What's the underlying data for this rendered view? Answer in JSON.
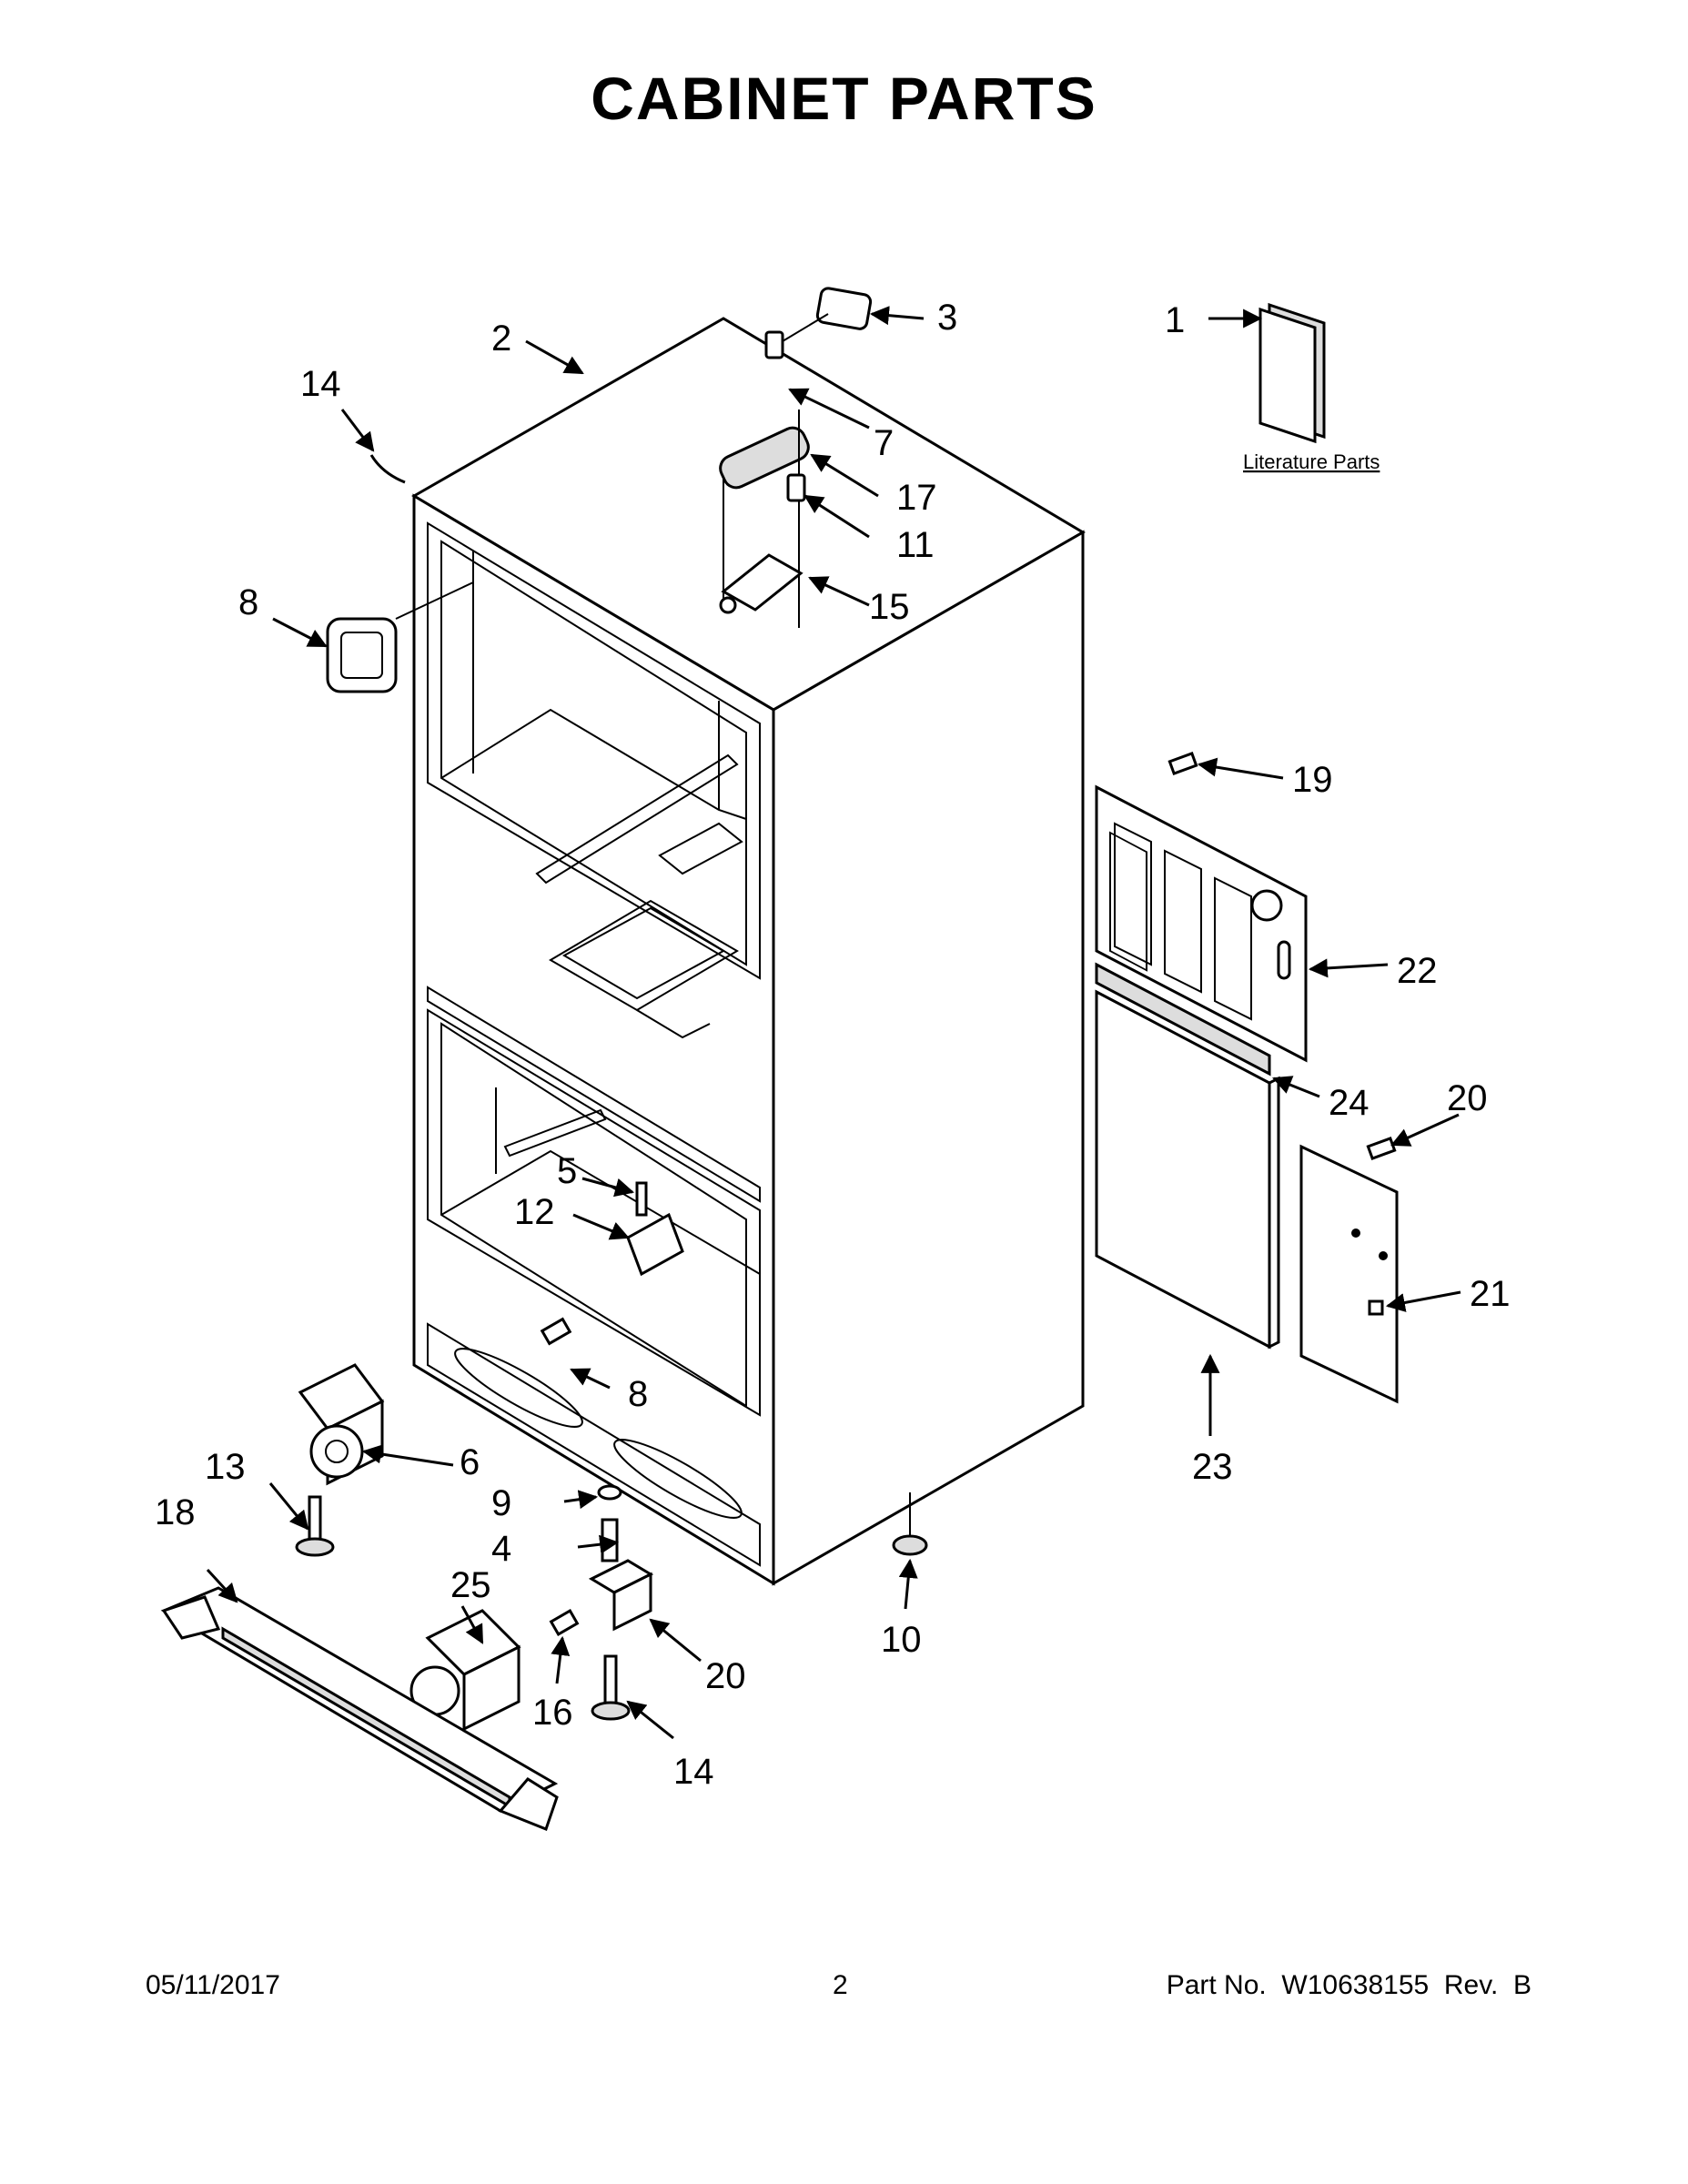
{
  "title": "CABINET PARTS",
  "literature_label": "Literature Parts",
  "footer": {
    "date": "05/11/2017",
    "page": "2",
    "part_no": "Part No.  W10638155  Rev.  B"
  },
  "callouts": [
    {
      "id": "c1",
      "label": "1"
    },
    {
      "id": "c2",
      "label": "2"
    },
    {
      "id": "c3",
      "label": "3"
    },
    {
      "id": "c4",
      "label": "4"
    },
    {
      "id": "c5",
      "label": "5"
    },
    {
      "id": "c6",
      "label": "6"
    },
    {
      "id": "c7",
      "label": "7"
    },
    {
      "id": "c8a",
      "label": "8"
    },
    {
      "id": "c8b",
      "label": "8"
    },
    {
      "id": "c9",
      "label": "9"
    },
    {
      "id": "c10",
      "label": "10"
    },
    {
      "id": "c11",
      "label": "11"
    },
    {
      "id": "c12",
      "label": "12"
    },
    {
      "id": "c13",
      "label": "13"
    },
    {
      "id": "c14a",
      "label": "14"
    },
    {
      "id": "c14b",
      "label": "14"
    },
    {
      "id": "c15",
      "label": "15"
    },
    {
      "id": "c16",
      "label": "16"
    },
    {
      "id": "c17",
      "label": "17"
    },
    {
      "id": "c18",
      "label": "18"
    },
    {
      "id": "c19",
      "label": "19"
    },
    {
      "id": "c20a",
      "label": "20"
    },
    {
      "id": "c20b",
      "label": "20"
    },
    {
      "id": "c21",
      "label": "21"
    },
    {
      "id": "c22",
      "label": "22"
    },
    {
      "id": "c23",
      "label": "23"
    },
    {
      "id": "c24",
      "label": "24"
    },
    {
      "id": "c25",
      "label": "25"
    }
  ]
}
